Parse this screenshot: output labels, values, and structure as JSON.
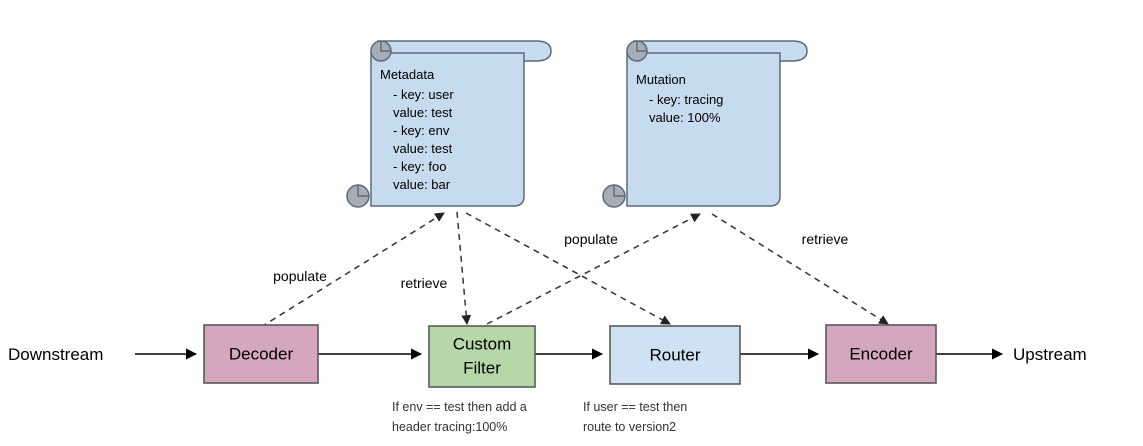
{
  "diagram": {
    "title": "Envoy filter chain with metadata and mutation scrolls",
    "colors": {
      "pink_fill": "#d5a6bd",
      "green_fill": "#b6d7a8",
      "blue_fill": "#cfe2f3",
      "scroll_fill": "#c7dbee",
      "scroll_stroke": "#5a6b80",
      "box_stroke": "#5a5a5a",
      "edge_color": "#000000",
      "dashed_edge_color": "#333333",
      "curl_fill": "#a7adb5",
      "background": "#ffffff"
    },
    "endpoints": {
      "downstream": "Downstream",
      "upstream": "Upstream"
    },
    "nodes": [
      {
        "id": "decoder",
        "label": "Decoder",
        "fill": "#d5a6bd"
      },
      {
        "id": "custom-filter",
        "label_line1": "Custom",
        "label_line2": "Filter",
        "fill": "#b6d7a8"
      },
      {
        "id": "router",
        "label": "Router",
        "fill": "#cfe2f3"
      },
      {
        "id": "encoder",
        "label": "Encoder",
        "fill": "#d5a6bd"
      }
    ],
    "scrolls": [
      {
        "id": "metadata",
        "title": "Metadata",
        "lines": [
          "- key: user",
          "  value: test",
          "- key: env",
          "  value: test",
          "- key: foo",
          "  value: bar"
        ]
      },
      {
        "id": "mutation",
        "title": "Mutation",
        "lines": [
          "- key: tracing",
          "  value: 100%"
        ]
      }
    ],
    "edge_labels": {
      "populate_metadata": "populate",
      "retrieve_metadata": "retrieve",
      "populate_mutation": "populate",
      "retrieve_mutation": "retrieve"
    },
    "captions": [
      {
        "id": "custom-filter-caption",
        "line1": "If env == test then add a",
        "line2": "header tracing:100%"
      },
      {
        "id": "router-caption",
        "line1": "If user == test then",
        "line2": "route to version2"
      }
    ]
  }
}
